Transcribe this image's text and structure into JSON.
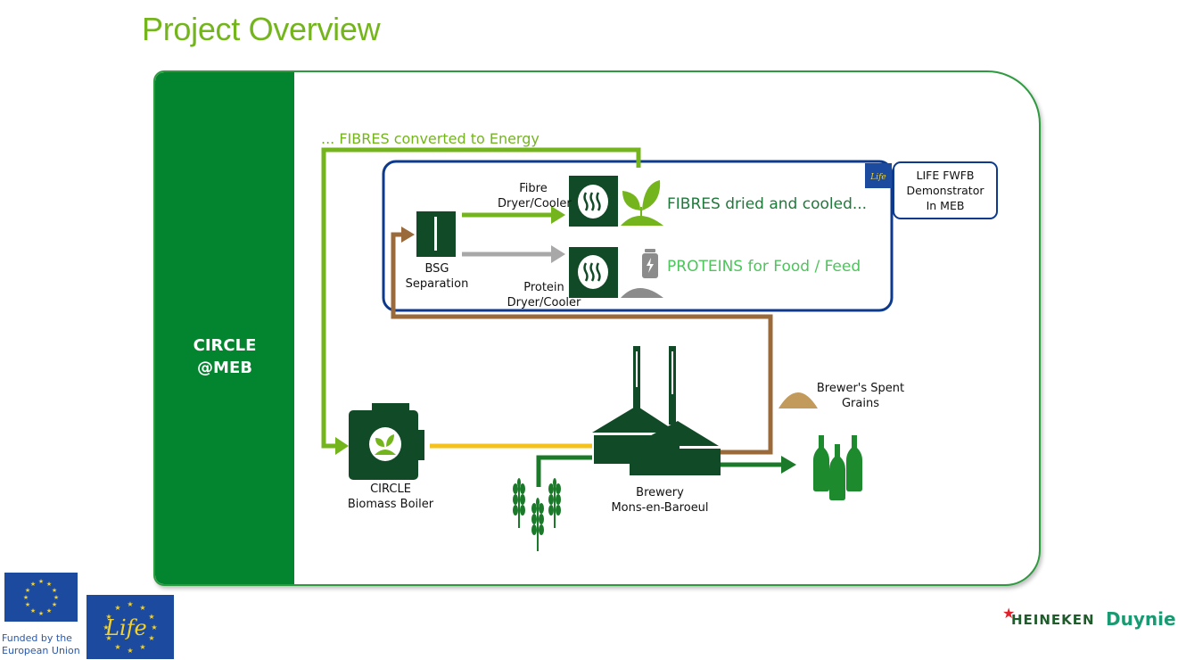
{
  "page": {
    "title": "Project Overview"
  },
  "sidebar": {
    "label_line1": "CIRCLE",
    "label_line2": "@MEB"
  },
  "flows": {
    "fibres_energy": "... FIBRES converted to Energy",
    "fibres_dried": "FIBRES dried and cooled...",
    "proteins": "PROTEINS for Food / Feed"
  },
  "nodes": {
    "fibre_dryer": {
      "line1": "Fibre",
      "line2": "Dryer/Cooler"
    },
    "protein_dryer": {
      "line1": "Protein",
      "line2": "Dryer/Cooler"
    },
    "bsg_separation": {
      "line1": "BSG",
      "line2": "Separation"
    },
    "biomass_boiler": {
      "line1": "CIRCLE",
      "line2": "Biomass Boiler"
    },
    "brewery": {
      "line1": "Brewery",
      "line2": "Mons-en-Baroeul"
    },
    "spent_grains": {
      "line1": "Brewer's Spent",
      "line2": "Grains"
    }
  },
  "life_box": {
    "line1": "LIFE FWFB",
    "line2": "Demonstrator",
    "line3": "In MEB"
  },
  "footer": {
    "eu_caption_line1": "Funded by the",
    "eu_caption_line2": "European Union",
    "life_logo_text": "Life",
    "heineken_logo": "HEINEKEN",
    "duynie_logo": "Duynie"
  },
  "colors": {
    "title_green": "#74b51d",
    "sidebar_green": "#02852e",
    "dark_green": "#114a26",
    "light_green": "#74b51d",
    "brown": "#9b6a3a",
    "yellow": "#f5c21b",
    "navy": "#0d3a8c",
    "gray": "#a8a8a8",
    "protein_text": "#4cc55a",
    "fibre_text": "#1e7a3a"
  }
}
